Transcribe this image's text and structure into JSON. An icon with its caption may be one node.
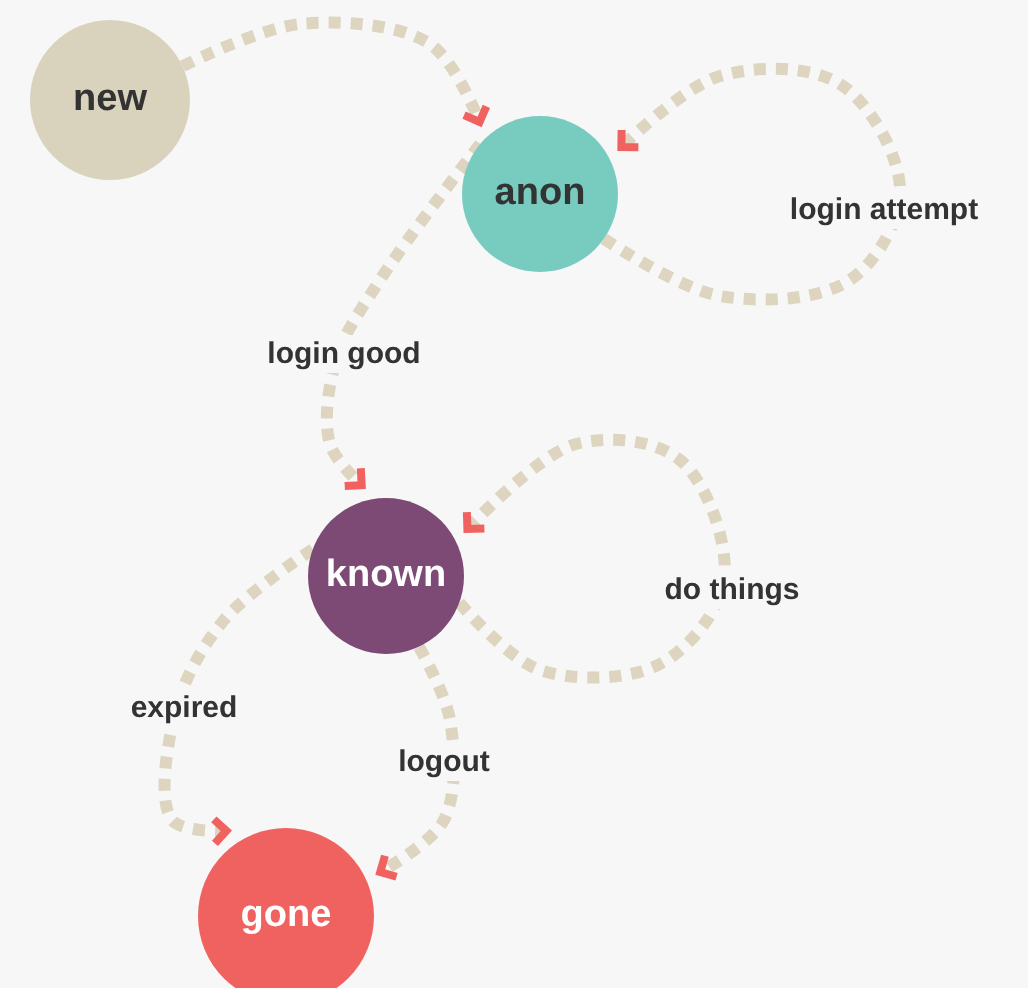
{
  "diagram": {
    "nodes": [
      {
        "text": [
          "new"
        ]
      },
      {
        "text": [
          "anon"
        ]
      },
      {
        "text": [
          "known"
        ]
      },
      {
        "text": [
          "gone"
        ]
      }
    ],
    "edges": [
      {
        "from": 0,
        "to": 1,
        "arrow": "to"
      },
      {
        "from": 1,
        "to": 1,
        "arrow": "to",
        "label": "login attempt"
      },
      {
        "from": 1,
        "to": 2,
        "arrow": "to",
        "label": "login good"
      },
      {
        "from": 2,
        "to": 2,
        "arrow": "to",
        "label": "do things"
      },
      {
        "from": 2,
        "to": 3,
        "arrow": "to",
        "label": "expired"
      },
      {
        "from": 2,
        "to": 3,
        "arrow": "to",
        "label": "logout"
      }
    ]
  }
}
